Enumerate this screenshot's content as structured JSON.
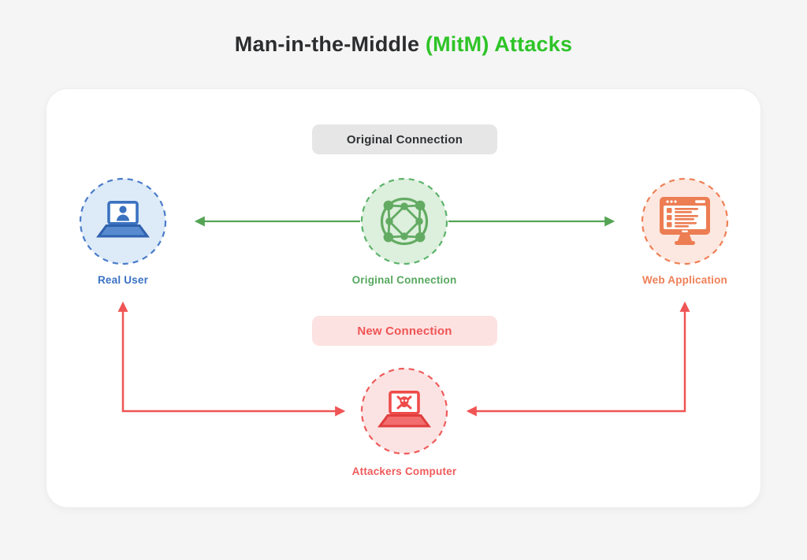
{
  "title": {
    "prefix": "Man-in-the-Middle",
    "highlight": "(MitM) Attacks"
  },
  "badges": {
    "original": "Original Connection",
    "new": "New Connection"
  },
  "nodes": {
    "real_user": {
      "label": "Real User",
      "color": "#3b72c0",
      "icon": "laptop-user-icon"
    },
    "original_connection": {
      "label": "Original Connection",
      "color": "#5aa75a",
      "icon": "network-mesh-icon"
    },
    "web_application": {
      "label": "Web Application",
      "color": "#ed7d53",
      "icon": "web-app-monitor-icon"
    },
    "attacker": {
      "label": "Attackers Computer",
      "color": "#ee4b4b",
      "icon": "laptop-skull-icon"
    }
  },
  "colors": {
    "page_bg": "#f5f5f6",
    "card_bg": "#ffffff",
    "title_dark": "#2b2d2e",
    "title_accent": "#2ec427",
    "badge_gray_bg": "#e6e6e7",
    "badge_pink_bg": "#fde2e2",
    "arrow_green": "#55a455",
    "arrow_red": "#f05454",
    "blue_fill": "#ddeaf8",
    "green_fill": "#ddefdd",
    "orange_fill": "#fce8e0",
    "red_fill": "#fce3e3"
  }
}
